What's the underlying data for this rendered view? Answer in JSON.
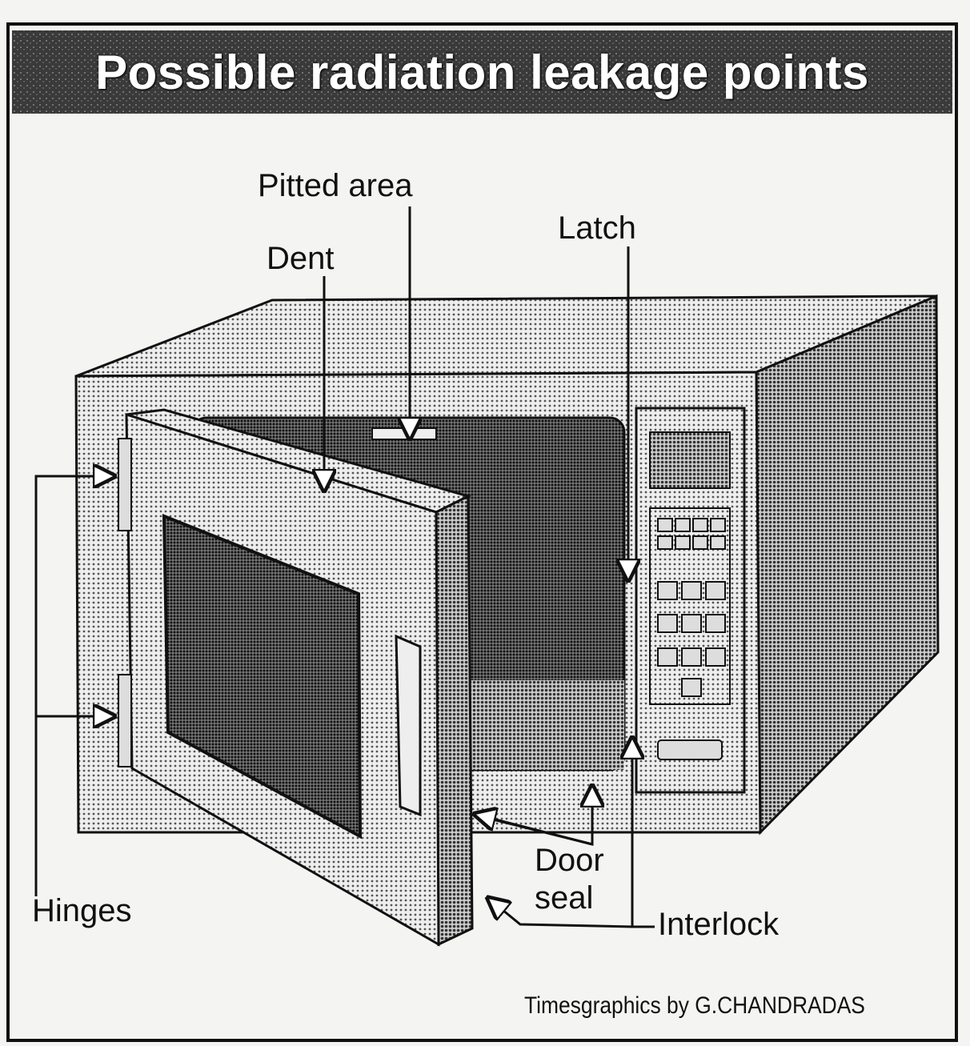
{
  "title": "Possible radiation leakage points",
  "labels": {
    "pitted_area": "Pitted area",
    "latch": "Latch",
    "dent": "Dent",
    "hinges": "Hinges",
    "door": "Door",
    "seal": "seal",
    "interlock": "Interlock"
  },
  "credit": "Timesgraphics by G.CHANDRADAS"
}
